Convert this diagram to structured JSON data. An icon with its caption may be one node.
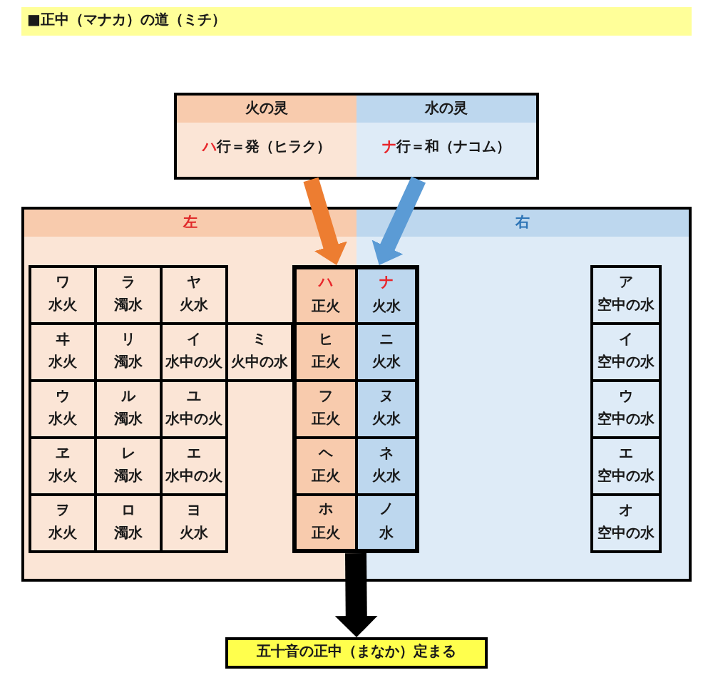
{
  "diagram": {
    "title": "■正中（マナカ）の道（ミチ）",
    "nodes": [
      {
        "text": [
          "火の灵",
          "ハ行＝発（ヒラク）"
        ]
      },
      {
        "text": [
          "水の灵",
          "ナ行＝和（ナコム）"
        ]
      },
      {
        "text": [
          "左"
        ]
      },
      {
        "text": [
          "右"
        ]
      },
      {
        "text": [
          "ワ",
          "水火"
        ],
        "in": 2
      },
      {
        "text": [
          "ラ",
          "濁水"
        ],
        "in": 2
      },
      {
        "text": [
          "ヤ",
          "火水"
        ],
        "in": 2
      },
      {
        "text": [
          "ヰ",
          "水火"
        ],
        "in": 2
      },
      {
        "text": [
          "リ",
          "濁水"
        ],
        "in": 2
      },
      {
        "text": [
          "イ",
          "水中の火"
        ],
        "in": 2
      },
      {
        "text": [
          "ミ",
          "火中の水"
        ],
        "in": 2
      },
      {
        "text": [
          "ウ",
          "水火"
        ],
        "in": 2
      },
      {
        "text": [
          "ル",
          "濁水"
        ],
        "in": 2
      },
      {
        "text": [
          "ユ",
          "水中の火"
        ],
        "in": 2
      },
      {
        "text": [
          "ヱ",
          "水火"
        ],
        "in": 2
      },
      {
        "text": [
          "レ",
          "濁水"
        ],
        "in": 2
      },
      {
        "text": [
          "エ",
          "水中の火"
        ],
        "in": 2
      },
      {
        "text": [
          "ヲ",
          "水火"
        ],
        "in": 2
      },
      {
        "text": [
          "ロ",
          "濁水"
        ],
        "in": 2
      },
      {
        "text": [
          "ヨ",
          "火水"
        ],
        "in": 2
      },
      {
        "text": [
          "ハ",
          "正火"
        ],
        "in": 2
      },
      {
        "text": [
          "ナ",
          "火水"
        ],
        "in": 3
      },
      {
        "text": [
          "ヒ",
          "正火"
        ],
        "in": 2
      },
      {
        "text": [
          "ニ",
          "火水"
        ],
        "in": 3
      },
      {
        "text": [
          "フ",
          "正火"
        ],
        "in": 2
      },
      {
        "text": [
          "ヌ",
          "火水"
        ],
        "in": 3
      },
      {
        "text": [
          "ヘ",
          "正火"
        ],
        "in": 2
      },
      {
        "text": [
          "ネ",
          "火水"
        ],
        "in": 3
      },
      {
        "text": [
          "ホ",
          "正火"
        ],
        "in": 2
      },
      {
        "text": [
          "ノ",
          "水"
        ],
        "in": 3
      },
      {
        "text": [
          "ア",
          "空中の水"
        ],
        "in": 3
      },
      {
        "text": [
          "イ",
          "空中の水"
        ],
        "in": 3
      },
      {
        "text": [
          "ウ",
          "空中の水"
        ],
        "in": 3
      },
      {
        "text": [
          "エ",
          "空中の水"
        ],
        "in": 3
      },
      {
        "text": [
          "オ",
          "空中の水"
        ],
        "in": 3
      },
      {
        "text": [
          "五十音の正中（まなか）定まる"
        ]
      }
    ],
    "edges": [
      {
        "from": 0,
        "to": 20,
        "arrow": "to",
        "color": "#ed7d31"
      },
      {
        "from": 1,
        "to": 21,
        "arrow": "to",
        "color": "#5b9bd5"
      },
      {
        "from": 28,
        "to": 35,
        "arrow": "to",
        "color": "#000000"
      },
      {
        "from": 29,
        "to": 35,
        "arrow": "to",
        "color": "#000000"
      }
    ]
  }
}
